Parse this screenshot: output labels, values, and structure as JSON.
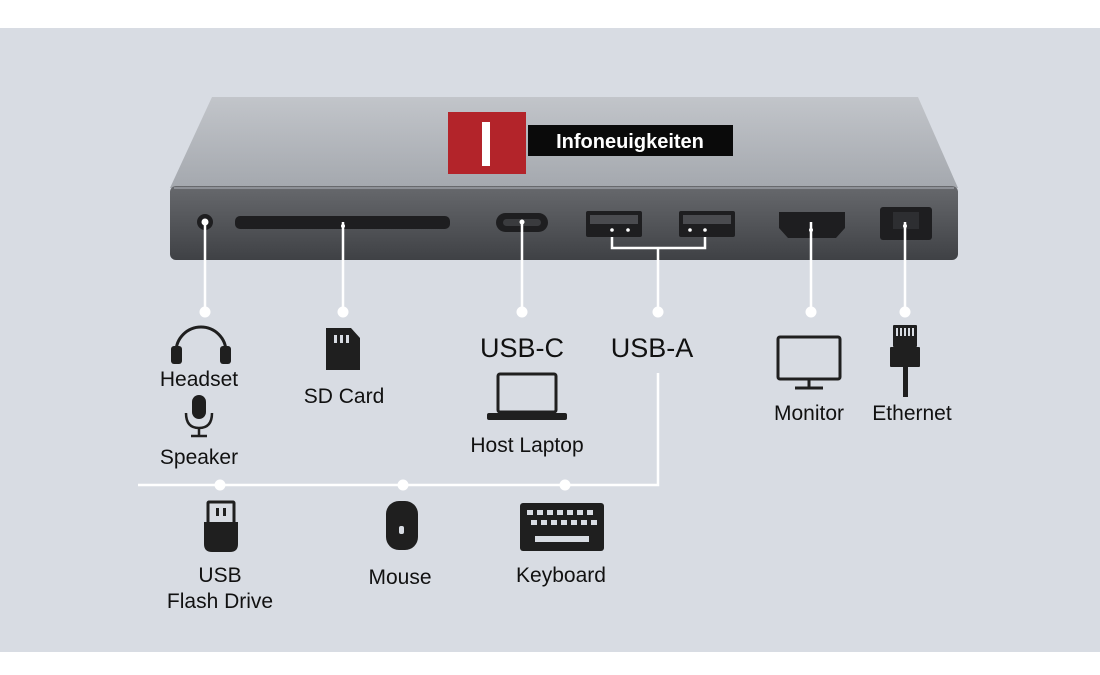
{
  "brand": {
    "name": "Infoneuigkeiten",
    "accent": "#b3242a"
  },
  "colors": {
    "background": "#d8dce3",
    "dock_top": "#a9adb3",
    "dock_front": "#55575b",
    "wire": "#ffffff",
    "icon": "#1f1f1f"
  },
  "labels": {
    "headset": "Headset",
    "speaker": "Speaker",
    "sd_card": "SD Card",
    "usb_c": "USB-C",
    "host_laptop": "Host Laptop",
    "usb_a": "USB-A",
    "monitor": "Monitor",
    "ethernet": "Ethernet",
    "usb": "USB",
    "flash_drive": "Flash Drive",
    "mouse": "Mouse",
    "keyboard": "Keyboard"
  },
  "icons": {
    "headset": "headphones-icon",
    "speaker": "microphone-icon",
    "sd_card": "sd-card-icon",
    "host_laptop": "laptop-icon",
    "monitor": "monitor-icon",
    "ethernet": "ethernet-plug-icon",
    "flash_drive": "usb-flash-drive-icon",
    "mouse": "mouse-icon",
    "keyboard": "keyboard-icon"
  }
}
